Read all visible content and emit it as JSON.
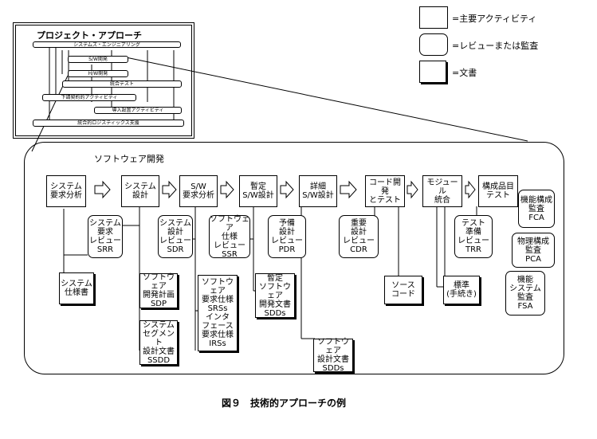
{
  "legend": {
    "primary": "=主要アクティビティ",
    "review": "=レビューまたは監査",
    "document": "=文書"
  },
  "overview": {
    "title": "プロジェクト・アプローチ",
    "bars": [
      "システムズ・エンジニアリング",
      "S/W開発",
      "H/W開発",
      "統合テスト",
      "下請契約的アクティビティ",
      "導入設置アクティビティ",
      "統合的ロジスティックス支援"
    ]
  },
  "swdev": {
    "title": "ソフトウェア開発",
    "activities": [
      "システム\n要求分析",
      "システム\n設計",
      "S/W\n要求分析",
      "暫定\nS/W設計",
      "詳細\nS/W設計",
      "コード開発\nとテスト",
      "モジュール\n統合",
      "構成品目\nテスト"
    ],
    "reviews": [
      "システム\n要求\nレビュー\nSRR",
      "システム\n設計\nレビュー\nSDR",
      "ソフトウェア\n仕様\nレビュー\nSSR",
      "予備\n設計\nレビュー\nPDR",
      "重要\n設計\nレビュー\nCDR",
      "テスト\n準備\nレビュー\nTRR"
    ],
    "audits": [
      "機能構成\n監査\nFCA",
      "物理構成\n監査\nPCA",
      "機能\nシステム\n監査\nFSA"
    ],
    "documents": [
      "システム\n仕様書",
      "ソフトウェア\n開発計画\nSDP",
      "システム\nセグメント\n設計文書\nSSDD",
      "ソフトウェア\n要求仕様\nSRSs\nインタ\nフェース\n要求仕様\nIRSs",
      "暫定\nソフトウェア\n開発文書\nSDDs",
      "ソフトウェア\n設計文書\nSDDs",
      "ソース\nコード",
      "標準\n(手続き)"
    ]
  },
  "caption": "図９　技術的アプローチの例"
}
